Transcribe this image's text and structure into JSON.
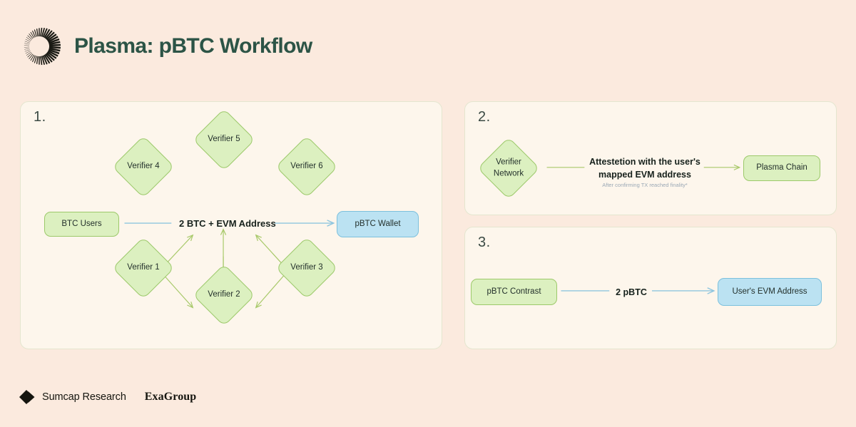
{
  "header": {
    "title": "Plasma: pBTC Workflow",
    "logo_icon": "sunburst-radial-icon"
  },
  "colors": {
    "page_background": "#fbeade",
    "panel_background": "#fdf6ec",
    "panel_border": "#e4e6cf",
    "green_fill": "#dcf0c0",
    "green_border": "#9cc96a",
    "blue_fill": "#bbe2f2",
    "blue_border": "#7cc0dd",
    "title_green": "#2c5446",
    "green_wire": "#a8c96a",
    "blue_wire": "#8ec5de"
  },
  "panels": [
    {
      "number": "1.",
      "center_label": "2 BTC + EVM Address",
      "source_node": "BTC Users",
      "target_node": "pBTC Wallet",
      "verifiers": [
        "Verifier 1",
        "Verifier 2",
        "Verifier 3",
        "Verifier 4",
        "Verifier 5",
        "Verifier 6"
      ]
    },
    {
      "number": "2.",
      "source_node_line1": "Verifier",
      "source_node_line2": "Network",
      "flow_label_line1": "Attestetion with the user's",
      "flow_label_line2": "mapped EVM address",
      "sub_note": "After confirming TX reached finality*",
      "target_node": "Plasma Chain"
    },
    {
      "number": "3.",
      "source_node": "pBTC Contrast",
      "flow_label": "2 pBTC",
      "target_node": "User's EVM Address"
    }
  ],
  "footer": {
    "sumcap_name": "Sumcap Research",
    "sumcap_icon": "diamond-arrow-icon",
    "exagroup_name": "ExaGroup"
  }
}
